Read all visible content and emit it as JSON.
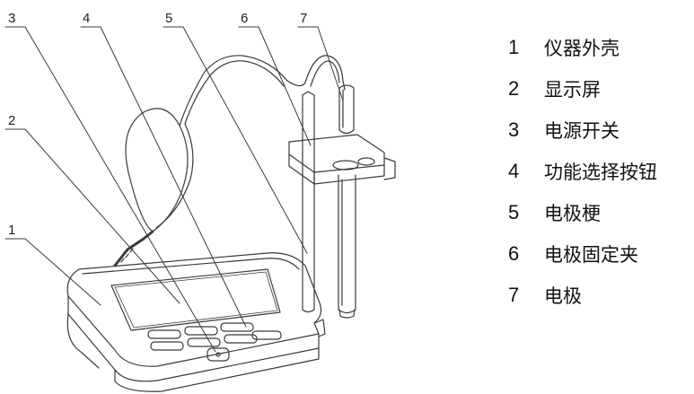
{
  "callouts": [
    {
      "num": "1",
      "text": "仪器外壳"
    },
    {
      "num": "2",
      "text": "显示屏"
    },
    {
      "num": "3",
      "text": "电源开关"
    },
    {
      "num": "4",
      "text": "功能选择按钮"
    },
    {
      "num": "5",
      "text": "电极梗"
    },
    {
      "num": "6",
      "text": "电极固定夹"
    },
    {
      "num": "7",
      "text": "电极"
    }
  ],
  "colors": {
    "line": "#3a3a3a",
    "text": "#111111"
  }
}
